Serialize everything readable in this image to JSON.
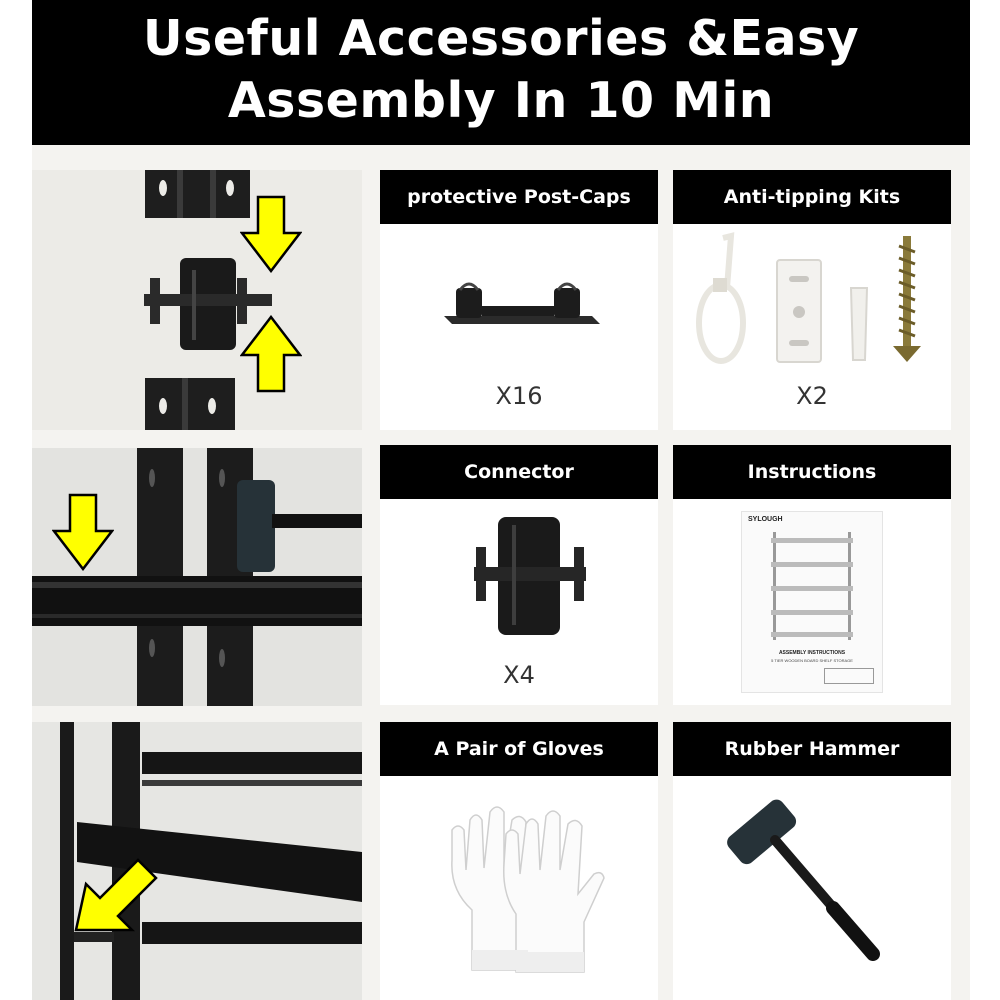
{
  "header": {
    "title_line1": "Useful Accessories &Easy",
    "title_line2": "Assembly In 10 Min"
  },
  "cards": {
    "post_caps": {
      "title": "protective Post-Caps",
      "quantity": "X16"
    },
    "anti_tipping": {
      "title": "Anti-tipping Kits",
      "quantity": "X2"
    },
    "connector": {
      "title": "Connector",
      "quantity": "X4"
    },
    "instructions": {
      "title": "Instructions",
      "brand": "SYLOUGH",
      "doc_heading": "ASSEMBLY INSTRUCTIONS",
      "doc_subheading": "5 TIER WOODEN BOARD SHELF STORAGE"
    },
    "gloves": {
      "title": "A Pair of Gloves"
    },
    "hammer": {
      "title": "Rubber Hammer"
    }
  },
  "colors": {
    "header_bg": "#000000",
    "header_text": "#ffffff",
    "arrow_fill": "#ffff00",
    "panel_bg": "#f4f3f0",
    "steel": "#1b1b1b"
  },
  "icons": {
    "arrow": "yellow-arrow-icon",
    "post_cap": "post-cap-icon",
    "connector": "connector-icon",
    "glove": "glove-icon",
    "hammer": "hammer-icon"
  }
}
